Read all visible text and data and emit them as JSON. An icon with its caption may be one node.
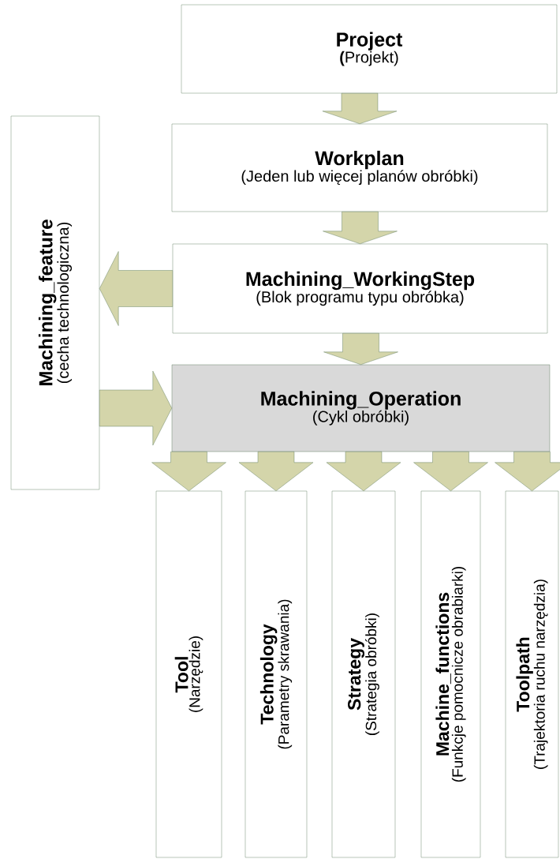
{
  "diagram": {
    "nodes": [
      {
        "text": [
          "Project",
          "**(**Projekt)"
        ]
      },
      {
        "text": [
          "Workplan",
          "(Jeden lub więcej planów obróbki)"
        ]
      },
      {
        "text": [
          "Machining_WorkingStep",
          "(Blok programu typu obróbka)"
        ]
      },
      {
        "text": [
          "Machining_Operation",
          "(Cykl obróbki)"
        ]
      },
      {
        "text": [
          "Machining_feature",
          "(cecha technologiczna)"
        ]
      },
      {
        "text": [
          "Tool",
          "(Narzędzie)"
        ]
      },
      {
        "text": [
          "Technology",
          "(Parametry skrawania)"
        ]
      },
      {
        "text": [
          "Strategy",
          "(Strategia obróbki)"
        ]
      },
      {
        "text": [
          "Machine_functions",
          "(Funkcje pomocnicze obrabiarki)"
        ]
      },
      {
        "text": [
          "Toolpath",
          "(Trajektoria ruchu narzędzia)"
        ]
      }
    ],
    "edges": [
      {
        "from": 0,
        "to": 1,
        "arrow": "to"
      },
      {
        "from": 1,
        "to": 2,
        "arrow": "to"
      },
      {
        "from": 2,
        "to": 3,
        "arrow": "to"
      },
      {
        "from": 2,
        "to": 4,
        "arrow": "to"
      },
      {
        "from": 4,
        "to": 3,
        "arrow": "to"
      },
      {
        "from": 3,
        "to": 5,
        "arrow": "to"
      },
      {
        "from": 3,
        "to": 6,
        "arrow": "to"
      },
      {
        "from": 3,
        "to": 7,
        "arrow": "to"
      },
      {
        "from": 3,
        "to": 8,
        "arrow": "to"
      },
      {
        "from": 3,
        "to": 9,
        "arrow": "to"
      }
    ]
  }
}
